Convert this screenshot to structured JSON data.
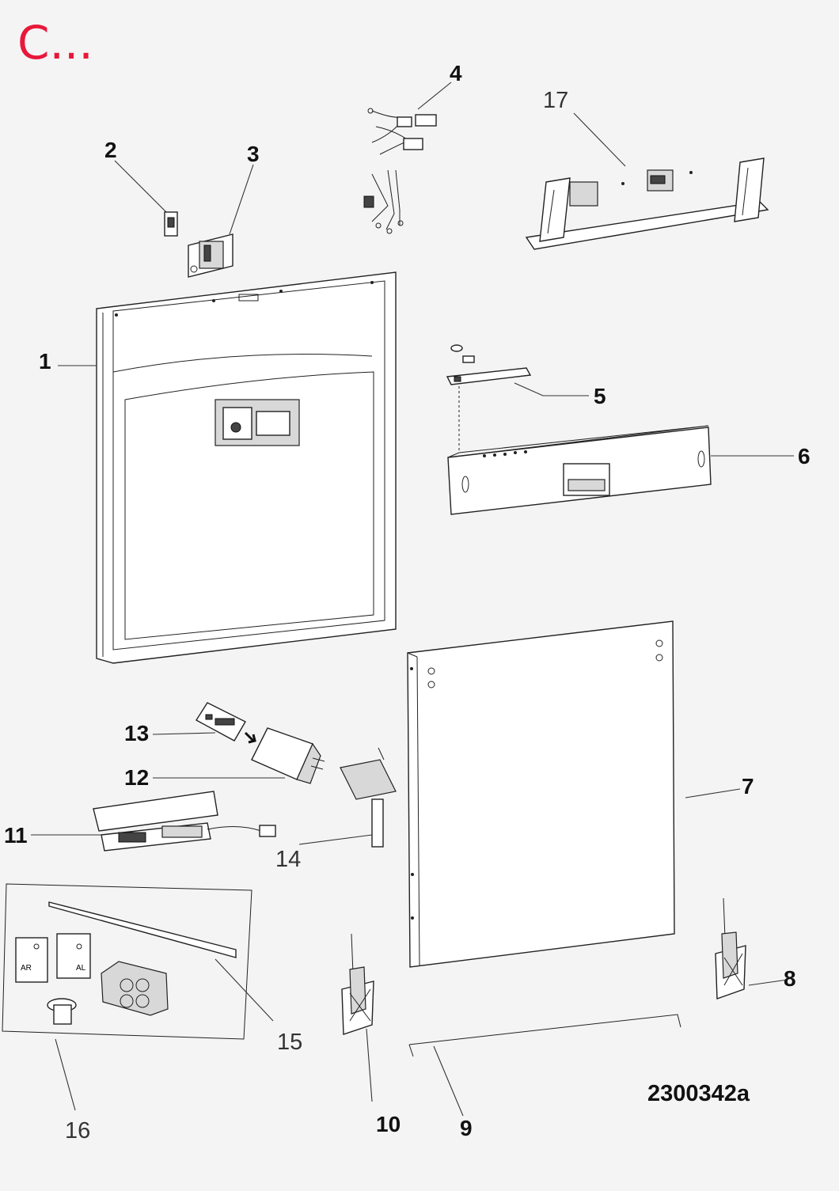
{
  "header": {
    "title": "C...",
    "title_color": "#e8183a"
  },
  "diagram": {
    "reference_code": "2300342a",
    "callouts": [
      {
        "id": 1,
        "label": "1"
      },
      {
        "id": 2,
        "label": "2"
      },
      {
        "id": 3,
        "label": "3"
      },
      {
        "id": 4,
        "label": "4"
      },
      {
        "id": 5,
        "label": "5"
      },
      {
        "id": 6,
        "label": "6"
      },
      {
        "id": 7,
        "label": "7"
      },
      {
        "id": 8,
        "label": "8"
      },
      {
        "id": 9,
        "label": "9"
      },
      {
        "id": 10,
        "label": "10"
      },
      {
        "id": 11,
        "label": "11"
      },
      {
        "id": 12,
        "label": "12"
      },
      {
        "id": 13,
        "label": "13"
      },
      {
        "id": 14,
        "label": "14"
      },
      {
        "id": 15,
        "label": "15"
      },
      {
        "id": 16,
        "label": "16"
      },
      {
        "id": 17,
        "label": "17"
      }
    ],
    "hinge_labels": [
      "AR",
      "AL"
    ]
  }
}
